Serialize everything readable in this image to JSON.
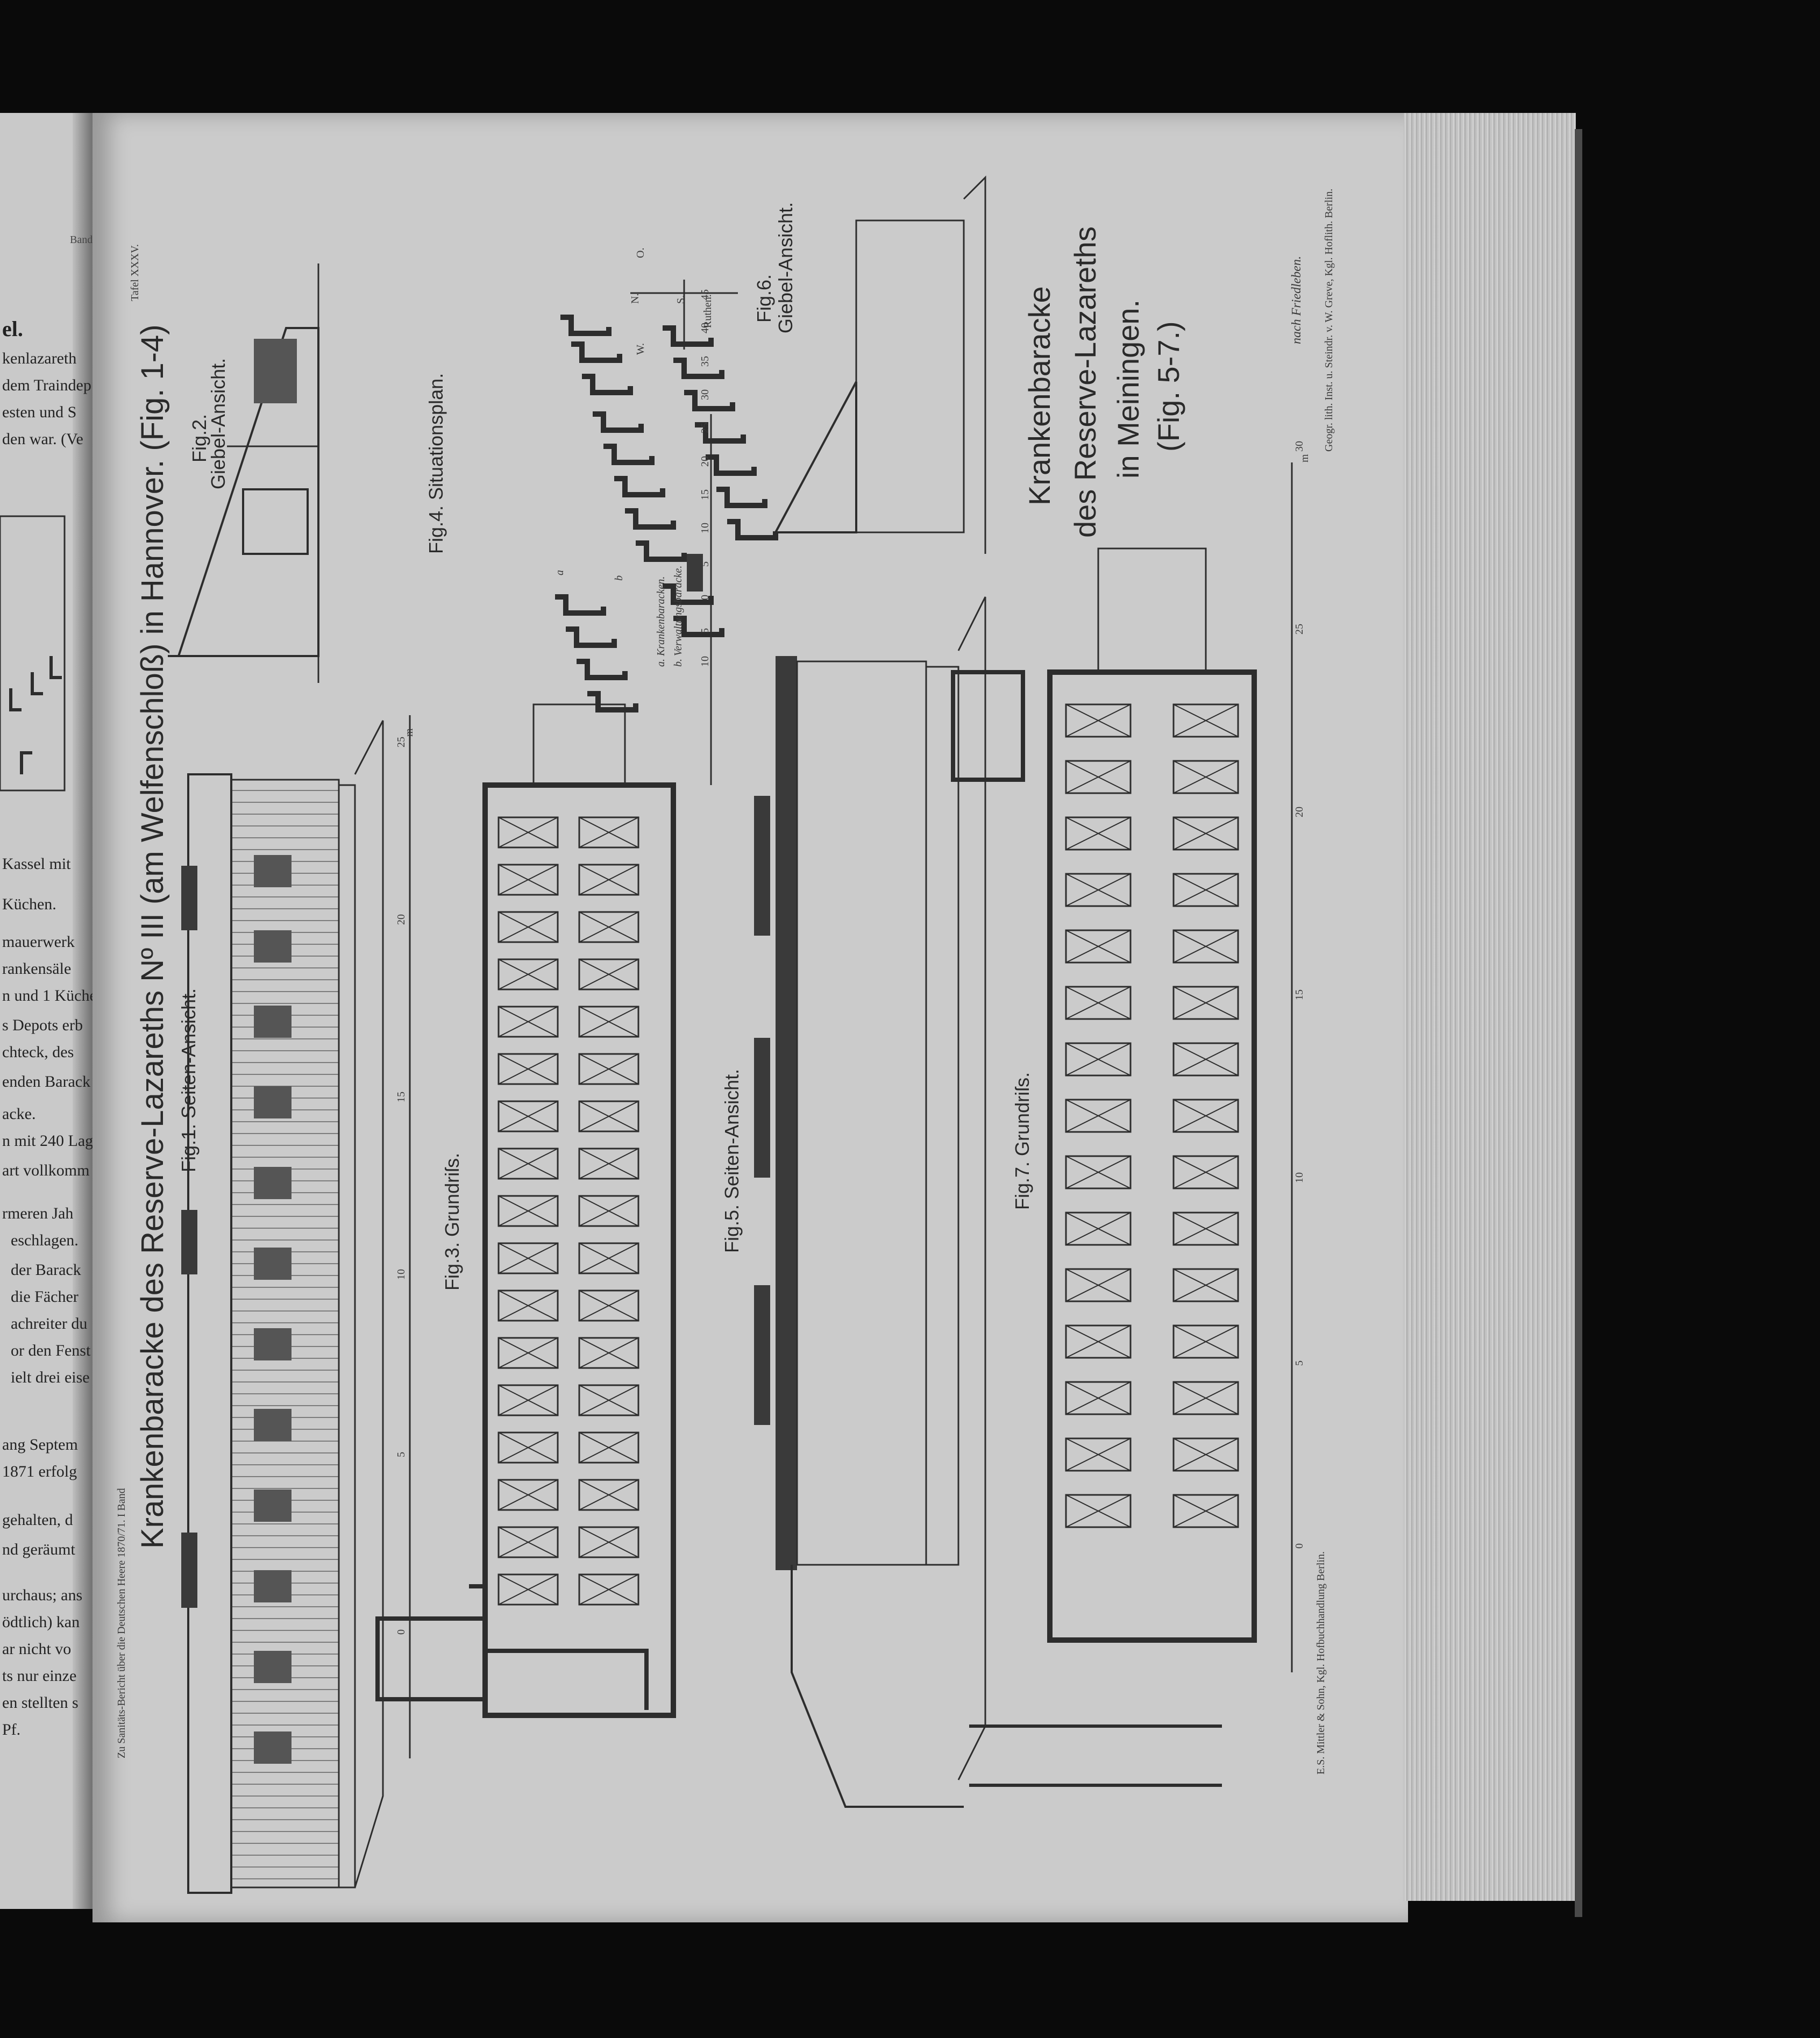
{
  "left_page": {
    "header": "Band",
    "title": "el.",
    "lines": [
      "kenlazareth",
      "dem Traindep",
      "esten und S",
      "den war. (Ve",
      "Kassel mit",
      "Küchen.",
      "mauerwerk",
      "rankensäle",
      "n und 1 Küche",
      "s Depots erb",
      "chteck, des",
      "enden Barack",
      "acke.",
      "n mit 240 Lag",
      "art vollkomm",
      "rmeren Jah",
      "eschlagen.",
      "der Barack",
      "die Fächer",
      "achreiter du",
      "or den Fenst",
      "ielt drei eise",
      "ang Septem",
      "1871 erfolg",
      "gehalten, d",
      "nd geräumt",
      "urchaus; ans",
      "ödtlich) kan",
      "ar nicht vo",
      "ts nur einze",
      "en stellten s",
      "Pf."
    ]
  },
  "plate": {
    "plate_number": "Tafel XXXV.",
    "series_note": "Zu Sanitäts-Bericht über die Deutschen Heere 1870/71. I Band",
    "publisher": "E.S. Mittler & Sohn, Kgl. Hofbuchhandlung Berlin.",
    "lithographer": "Geogr. lith. Inst. u. Steindr. v. W. Greve, Kgl. Hoflith. Berlin.",
    "credit": "nach Friedleben.",
    "title_1": "Krankenbaracke des Reserve-Lazareths Nº III (am Welfenschloß) in Hannover. (Fig. 1-4)",
    "title_2_line1": "Krankenbaracke",
    "title_2_line2": "des Reserve-Lazareths",
    "title_2_line3": "in Meiningen.",
    "title_2_line4": "(Fig. 5-7.)",
    "fig1": "Fig.1. Seiten-Ansicht.",
    "fig2_line1": "Fig.2.",
    "fig2_line2": "Giebel-Ansicht.",
    "fig3": "Fig.3. Grundriſs.",
    "fig4": "Fig.4. Situationsplan.",
    "fig4_legend_a": "a. Krankenbaracken.",
    "fig4_legend_b": "b. Verwaltungsbaracke.",
    "fig4_scale_unit": "Ruthen.",
    "fig5": "Fig.5. Seiten-Ansicht.",
    "fig6_line1": "Fig.6.",
    "fig6_line2": "Giebel-Ansicht.",
    "fig7": "Fig.7. Grundriſs.",
    "compass_n": "N.",
    "compass_o": "O.",
    "compass_s": "S.",
    "compass_w": "W.",
    "label_a": "a",
    "label_b": "b",
    "scale_unit_m": "m",
    "scale1_ticks": [
      "0",
      "5",
      "10",
      "15",
      "20",
      "25"
    ],
    "scale2_ticks": [
      "0",
      "5",
      "10",
      "15",
      "20",
      "25",
      "30"
    ],
    "scale4_ticks": [
      "10",
      "5",
      "0",
      "5",
      "10",
      "15",
      "20",
      "25",
      "30",
      "35",
      "40",
      "45"
    ]
  }
}
